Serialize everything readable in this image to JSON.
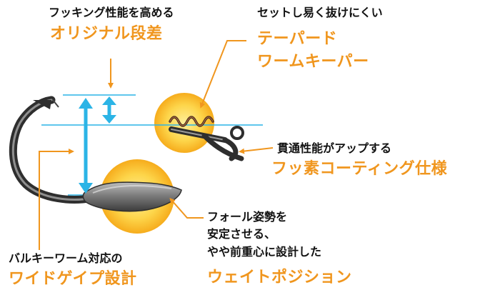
{
  "colors": {
    "orange": "#f0961e",
    "blue": "#2bb4e6",
    "hook_dark": "#3a3a3a",
    "hook_light": "#8a8a8a",
    "bubble_center": "#ffef9a",
    "bubble_edge": "#f6ac1c",
    "text_dark": "#111111"
  },
  "labels": {
    "offset": {
      "caption": "フッキング性能を高める",
      "title": "オリジナル段差"
    },
    "keeper": {
      "caption": "セットし易く抜けにくい",
      "title_lines": [
        "テーパード",
        "ワームキーパー"
      ]
    },
    "coating": {
      "caption": "貫通性能がアップする",
      "title": "フッ素コーティング仕様"
    },
    "weight": {
      "caption_lines": [
        "フォール姿勢を",
        "安定させる、",
        "やや前重心に設計した"
      ],
      "title": "ウェイトポジション"
    },
    "wide_gape": {
      "caption": "バルキーワーム対応の",
      "title": "ワイドゲイプ設計"
    }
  }
}
